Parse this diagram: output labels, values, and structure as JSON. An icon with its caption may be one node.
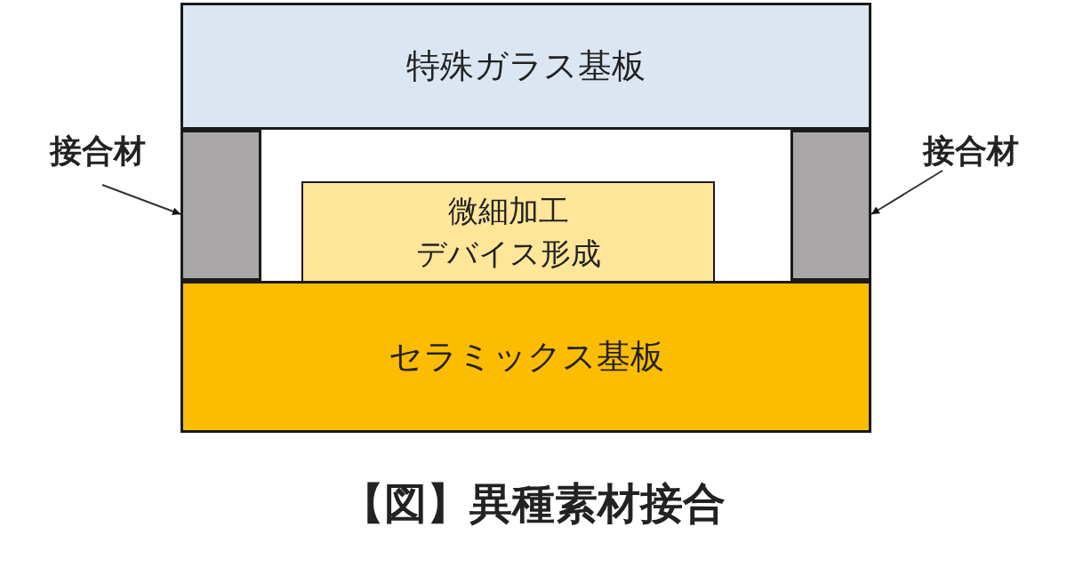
{
  "diagram": {
    "caption": "【図】異種素材接合",
    "nodes": [
      {
        "text": [
          "特殊ガラス基板"
        ]
      },
      {
        "text": [
          "接合材"
        ]
      },
      {
        "text": [
          "接合材"
        ]
      },
      {
        "text": [],
        "shape": "box"
      },
      {
        "text": [
          "微細加工デバイス形成"
        ]
      },
      {
        "text": [],
        "shape": "box"
      },
      {
        "text": [
          "セラミックス基板"
        ]
      }
    ],
    "edges": [
      {
        "from": 1,
        "to": 3,
        "arrow": "to"
      },
      {
        "from": 2,
        "to": 5,
        "arrow": "to"
      }
    ]
  }
}
